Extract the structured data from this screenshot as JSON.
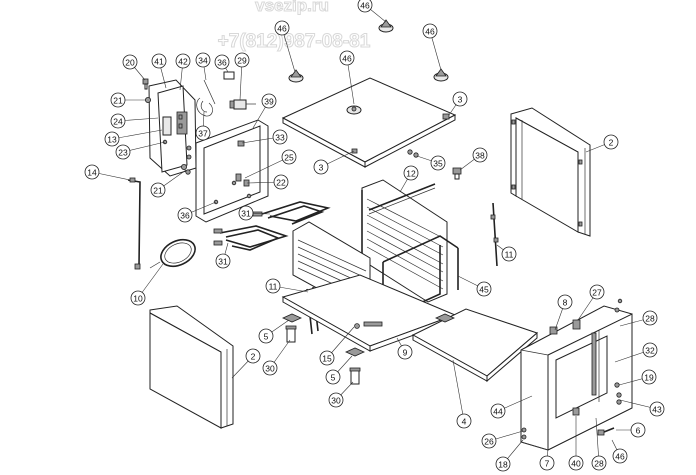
{
  "watermark": {
    "site": "vsezip.ru",
    "phone": "+7(812)987-08-81"
  },
  "callouts": [
    "46",
    "46",
    "46",
    "46",
    "20",
    "41",
    "42",
    "34",
    "36",
    "29",
    "21",
    "24",
    "13",
    "23",
    "37",
    "39",
    "33",
    "25",
    "22",
    "3",
    "3",
    "35",
    "38",
    "2",
    "14",
    "21",
    "36",
    "31",
    "12",
    "31",
    "11",
    "10",
    "11",
    "45",
    "5",
    "30",
    "15",
    "5",
    "9",
    "30",
    "2",
    "4",
    "8",
    "27",
    "28",
    "32",
    "19",
    "43",
    "44",
    "26",
    "18",
    "7",
    "40",
    "28",
    "46",
    "6"
  ],
  "colors": {
    "line": "#222222",
    "shade": "#9a9a9a",
    "light": "#e8e8e8"
  }
}
